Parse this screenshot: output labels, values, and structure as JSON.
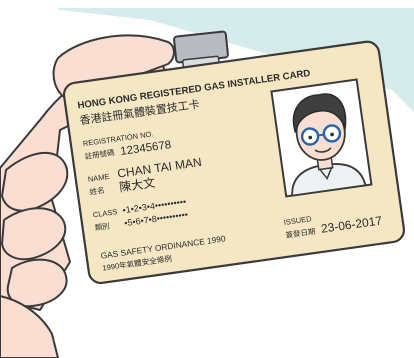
{
  "card": {
    "title_en": "HONG KONG REGISTERED GAS INSTALLER CARD",
    "title_zh": "香港註冊氣體裝置技工卡",
    "registration_label_en": "REGISTRATION NO.",
    "registration_label_zh": "註冊號碼",
    "registration_value": "12345678",
    "name_label_en": "NAME",
    "name_label_zh": "姓名",
    "name_value_en": "CHAN TAI MAN",
    "name_value_zh": "陳大文",
    "class_label_en": "CLASS",
    "class_label_zh": "類別",
    "class_line1": "•1•2•3•4••••••••••",
    "class_line2": "•5•6•7•8••••••••••",
    "ordinance_en": "GAS SAFETY ORDINANCE 1990",
    "ordinance_zh": "1990年氣體安全條例",
    "issued_label_en": "ISSUED",
    "issued_label_zh": "簽發日期",
    "issued_value": "23-06-2017"
  },
  "colors": {
    "background_band": "#d6ecec",
    "card_fill": "#f6e7c4",
    "card_stroke": "#3a3a3a",
    "skin": "#f9ded1",
    "skin_stroke": "#3a3a3a",
    "clip": "#b8bcc2"
  }
}
